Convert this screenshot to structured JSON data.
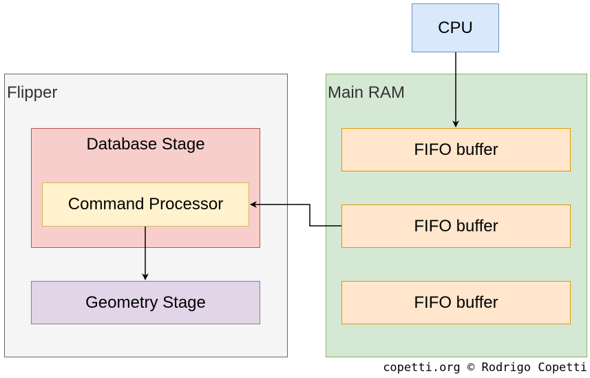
{
  "groups": {
    "flipper": "Flipper",
    "main_ram": "Main RAM"
  },
  "nodes": {
    "cpu": "CPU",
    "database_stage": "Database Stage",
    "command_processor": "Command Processor",
    "geometry_stage": "Geometry Stage",
    "fifo_buffers": [
      "FIFO buffer",
      "FIFO buffer",
      "FIFO buffer"
    ]
  },
  "credit": "copetti.org © Rodrigo Copetti",
  "colors": {
    "flipper_fill": "#f5f5f5",
    "flipper_stroke": "#666666",
    "main_ram_fill": "#d5e8d4",
    "main_ram_stroke": "#82b366",
    "database_fill": "#f8cecc",
    "database_stroke": "#b85450",
    "command_processor_fill": "#fff2cc",
    "command_processor_stroke": "#d6b656",
    "geometry_fill": "#e1d5e7",
    "geometry_stroke": "#9673a6",
    "cpu_fill": "#dae8fc",
    "cpu_stroke": "#6c8ebf",
    "fifo_fill": "#ffe6cc",
    "fifo_stroke": "#d79b00"
  }
}
